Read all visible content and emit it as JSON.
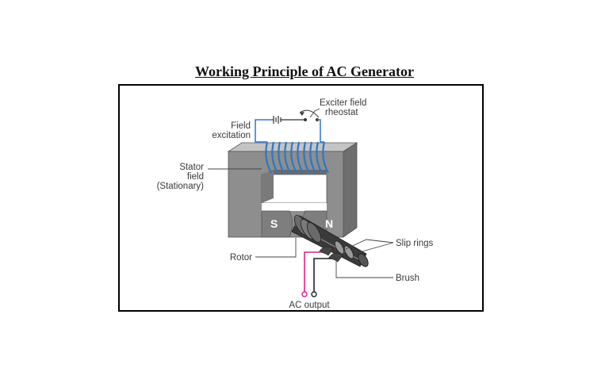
{
  "title": "Working Principle of AC Generator",
  "labels": {
    "exciter_line1": "Exciter field",
    "exciter_line2": "rheostat",
    "field_line1": "Field",
    "field_line2": "excitation",
    "stator_line1": "Stator",
    "stator_line2": "field",
    "stator_line3": "(Stationary)",
    "pole_s": "S",
    "pole_n": "N",
    "slip_rings": "Slip rings",
    "rotor": "Rotor",
    "brush": "Brush",
    "ac_output": "AC output"
  },
  "colors": {
    "coil": "#2a78c8",
    "core_front": "#8e8e8e",
    "core_top": "#c4c4c4",
    "core_inner": "#6a6a6a",
    "output_wire_pos": "#e0208a",
    "output_wire_neg": "#222222"
  }
}
